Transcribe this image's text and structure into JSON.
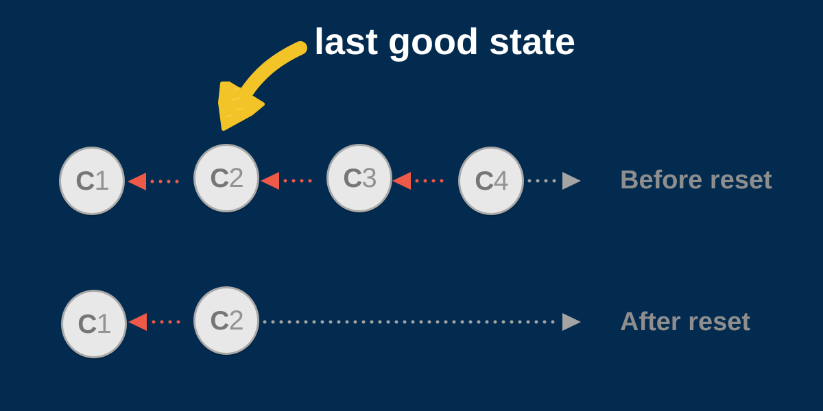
{
  "headline": "last good state",
  "rows": {
    "before": {
      "label": "Before reset",
      "commits": [
        {
          "prefix": "C",
          "number": "1"
        },
        {
          "prefix": "C",
          "number": "2"
        },
        {
          "prefix": "C",
          "number": "3"
        },
        {
          "prefix": "C",
          "number": "4"
        }
      ]
    },
    "after": {
      "label": "After reset",
      "commits": [
        {
          "prefix": "C",
          "number": "1"
        },
        {
          "prefix": "C",
          "number": "2"
        }
      ]
    }
  },
  "colors": {
    "background": "#032a4f",
    "highlight_arrow": "#f2c428",
    "link_arrow": "#ef5a48",
    "pointer_arrow": "#a4a4a4",
    "commit_fill": "#e8e8e8",
    "label_text": "#8e8e8e"
  },
  "icons": {
    "highlight": "curved-arrow-icon",
    "link": "left-arrow-icon",
    "pointer": "right-arrow-icon"
  }
}
